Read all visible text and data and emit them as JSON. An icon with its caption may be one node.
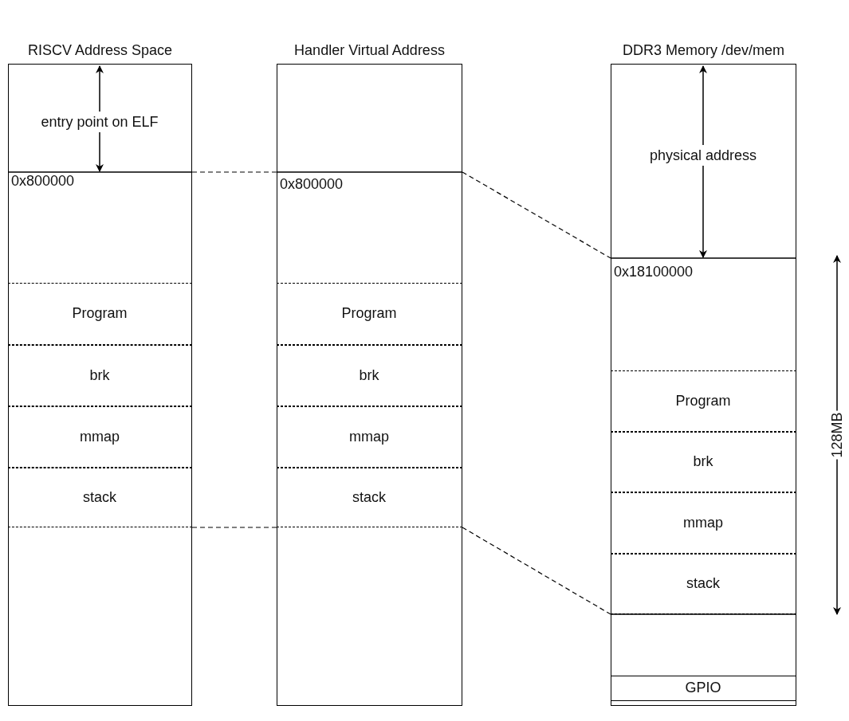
{
  "diagram": {
    "nodes": [
      {
        "text": [
          "RISCV Address Space"
        ]
      },
      {
        "text": [
          "Program"
        ],
        "in": 0
      },
      {
        "text": [
          "brk"
        ],
        "in": 0
      },
      {
        "text": [
          "mmap"
        ],
        "in": 0
      },
      {
        "text": [
          "stack"
        ],
        "in": 0
      },
      {
        "text": [
          "Handler Virtual Address"
        ]
      },
      {
        "text": [
          "Program"
        ],
        "in": 5
      },
      {
        "text": [
          "brk"
        ],
        "in": 5
      },
      {
        "text": [
          "mmap"
        ],
        "in": 5
      },
      {
        "text": [
          "stack"
        ],
        "in": 5
      },
      {
        "text": [
          "DDR3 Memory /dev/mem"
        ]
      },
      {
        "text": [
          "Program"
        ],
        "in": 10
      },
      {
        "text": [
          "brk"
        ],
        "in": 10
      },
      {
        "text": [
          "mmap"
        ],
        "in": 10
      },
      {
        "text": [
          "stack"
        ],
        "in": 10
      },
      {
        "text": [
          "GPIO"
        ],
        "in": 10
      }
    ],
    "edges": [
      {
        "from": 0,
        "to": 5,
        "arrow": "none",
        "style": "dashed"
      },
      {
        "from": 4,
        "to": 9,
        "arrow": "none",
        "style": "dashed"
      },
      {
        "from": 5,
        "to": 10,
        "arrow": "none",
        "style": "dashed"
      },
      {
        "from": 9,
        "to": 14,
        "arrow": "none",
        "style": "dashed"
      }
    ],
    "labels": [
      "entry point on ELF",
      "0x800000",
      "0x800000",
      "physical address",
      "0x18100000",
      "128MB"
    ]
  }
}
